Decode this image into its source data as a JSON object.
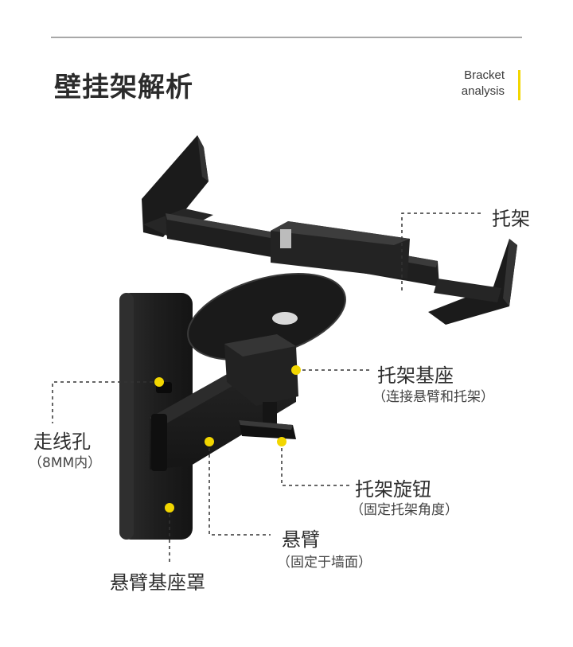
{
  "header": {
    "title": "壁挂架解析",
    "subtitle_line1": "Bracket",
    "subtitle_line2": "analysis"
  },
  "callouts": [
    {
      "label": "托架",
      "note": ""
    },
    {
      "label": "托架基座",
      "note": "（连接悬臂和托架）"
    },
    {
      "label": "走线孔",
      "note": "（8MM内）"
    },
    {
      "label": "托架旋钮",
      "note": "（固定托架角度）"
    },
    {
      "label": "悬臂",
      "note": "（固定于墙面）"
    },
    {
      "label": "悬臂基座罩",
      "note": ""
    }
  ],
  "colors": {
    "accent": "#f2d600",
    "product": "#1c1c1c",
    "leader": "#333333"
  }
}
